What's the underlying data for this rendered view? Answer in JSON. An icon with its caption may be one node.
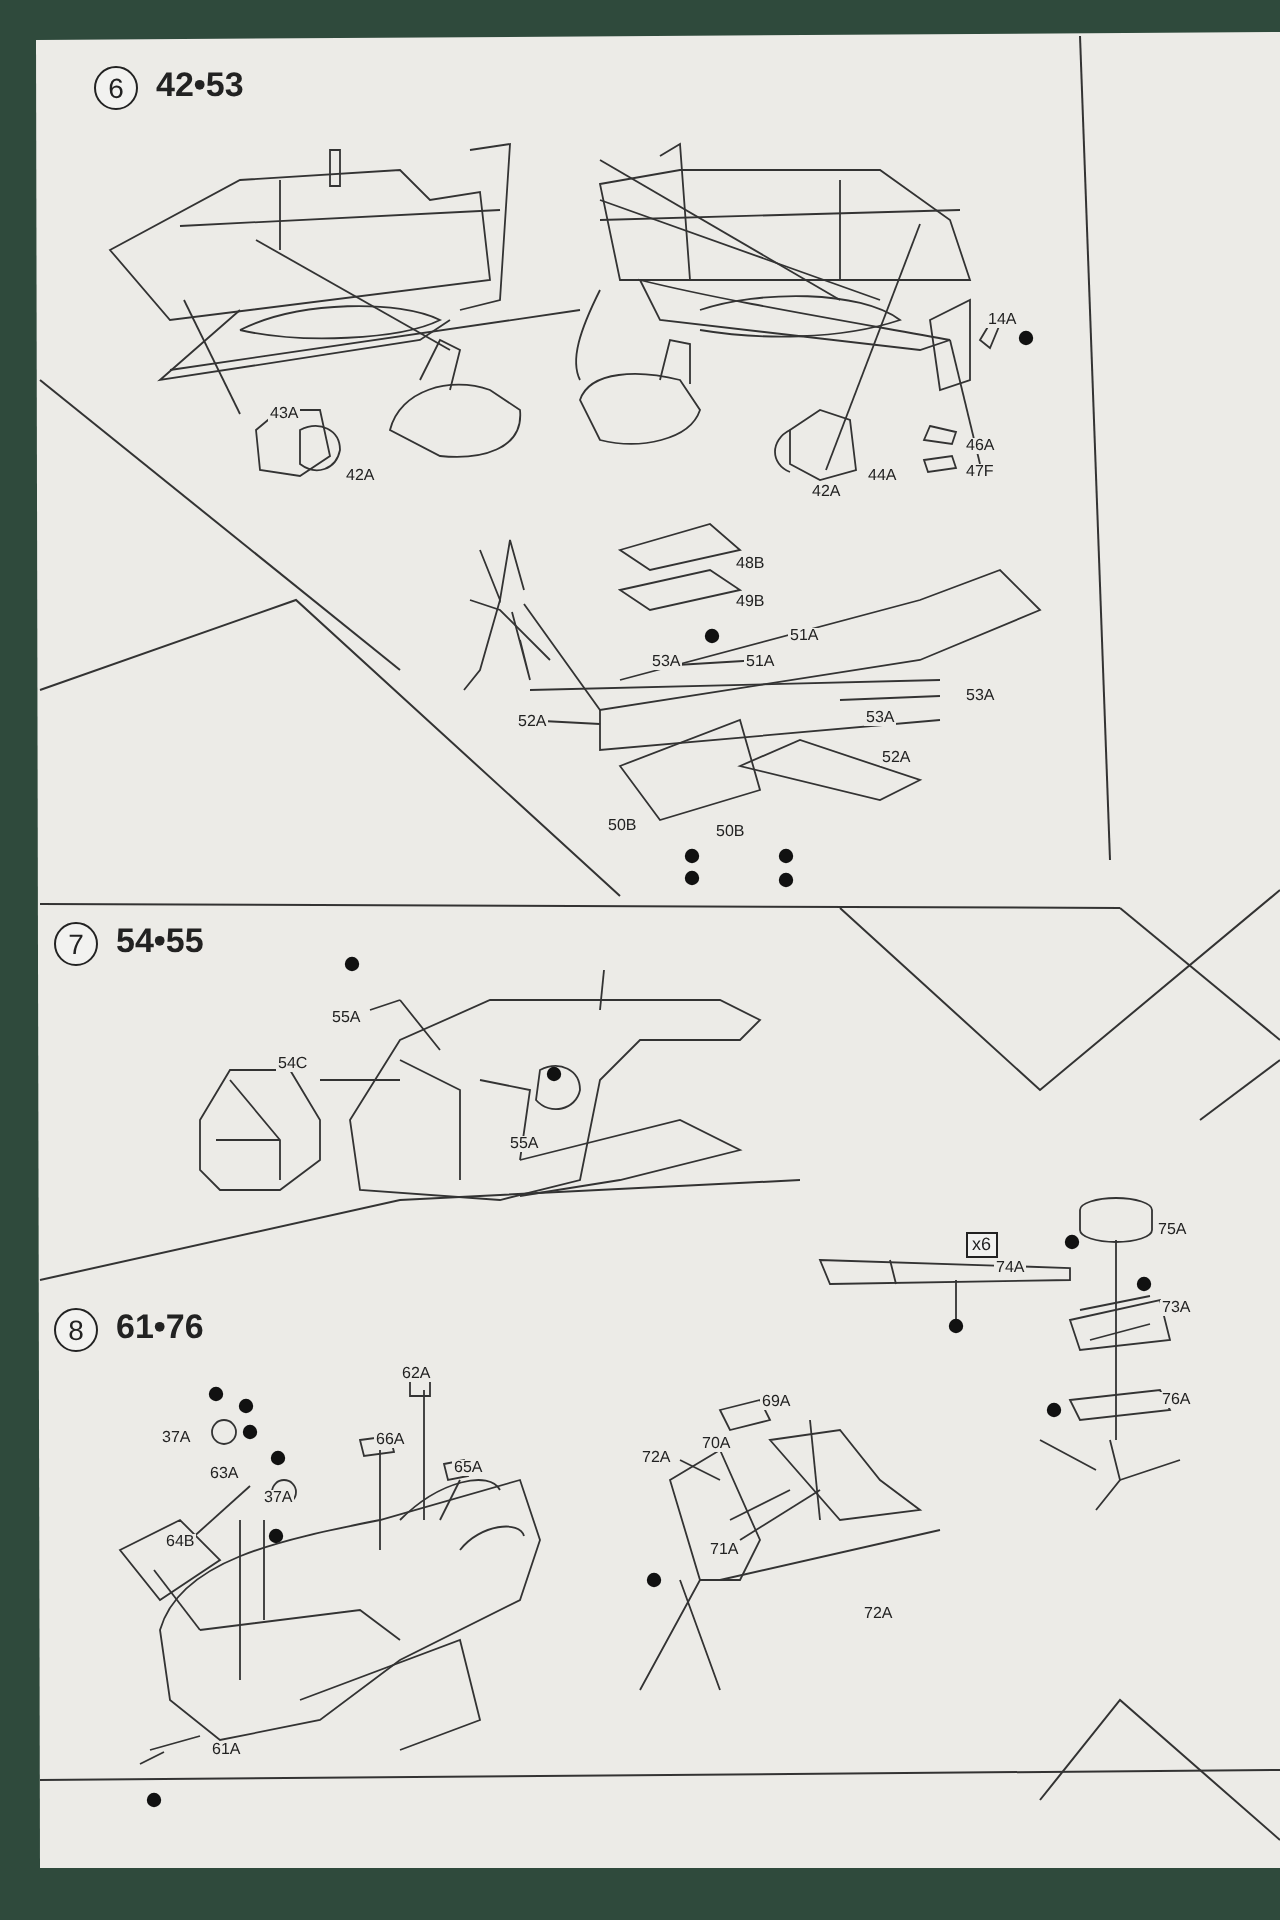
{
  "diagram": {
    "nodes": [
      {
        "text": [
          "6"
        ],
        "beside": [
          "42•53"
        ]
      },
      {
        "text": [
          "7"
        ],
        "beside": [
          "54•55"
        ]
      },
      {
        "text": [
          "8"
        ],
        "beside": [
          "61•76"
        ]
      },
      {
        "text": [
          "x6"
        ]
      }
    ],
    "labels": [
      "43A",
      "42A",
      "14A",
      "46A",
      "47F",
      "44A",
      "42A",
      "48B",
      "49B",
      "51A",
      "53A",
      "51A",
      "52A",
      "53A",
      "53A",
      "52A",
      "50B",
      "50B",
      "55A",
      "54C",
      "55A",
      "74A",
      "75A",
      "73A",
      "76A",
      "62A",
      "37A",
      "66A",
      "69A",
      "63A",
      "70A",
      "72A",
      "65A",
      "37A",
      "64B",
      "71A",
      "72A",
      "61A"
    ]
  }
}
